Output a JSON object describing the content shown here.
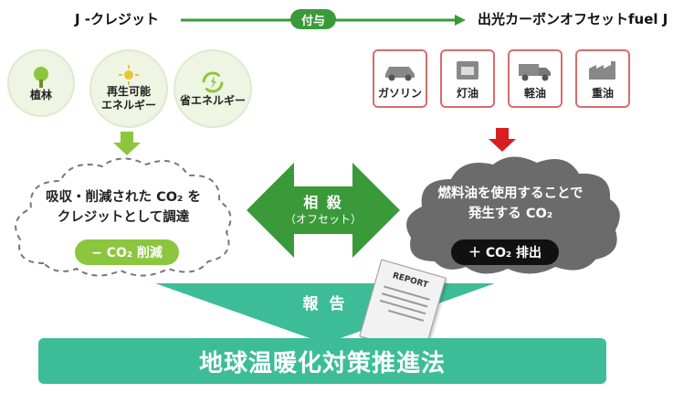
{
  "header": {
    "left_title": "J -クレジット",
    "grant_label": "付与",
    "right_title": "出光カーボンオフセットfuel J"
  },
  "credit_sources": [
    {
      "label": "植林",
      "icon": "tree-icon"
    },
    {
      "label": "再生可能\nエネルギー",
      "icon": "sun-icon"
    },
    {
      "label": "省エネルギー",
      "icon": "recycle-icon"
    }
  ],
  "fuels": [
    {
      "label": "ガソリン",
      "icon": "car-icon"
    },
    {
      "label": "灯油",
      "icon": "heater-icon"
    },
    {
      "label": "軽油",
      "icon": "truck-icon"
    },
    {
      "label": "重油",
      "icon": "factory-icon"
    }
  ],
  "left_cloud": {
    "text": "吸収・削減された CO₂ を\nクレジットとして調達",
    "badge": "− CO₂ 削減"
  },
  "right_cloud": {
    "text": "燃料油を使用することで\n発生する CO₂",
    "badge": "＋ CO₂ 排出"
  },
  "offset": {
    "title": "相 殺",
    "subtitle": "（オフセット）"
  },
  "report": {
    "label": "報 告",
    "document_title": "REPORT"
  },
  "law_banner": "地球温暖化対策推進法",
  "colors": {
    "green": "#3a9a3a",
    "light_green": "#8cc63f",
    "teal": "#3dbd97",
    "red": "#d61f1f",
    "gray_cloud": "#6b6b6b"
  }
}
